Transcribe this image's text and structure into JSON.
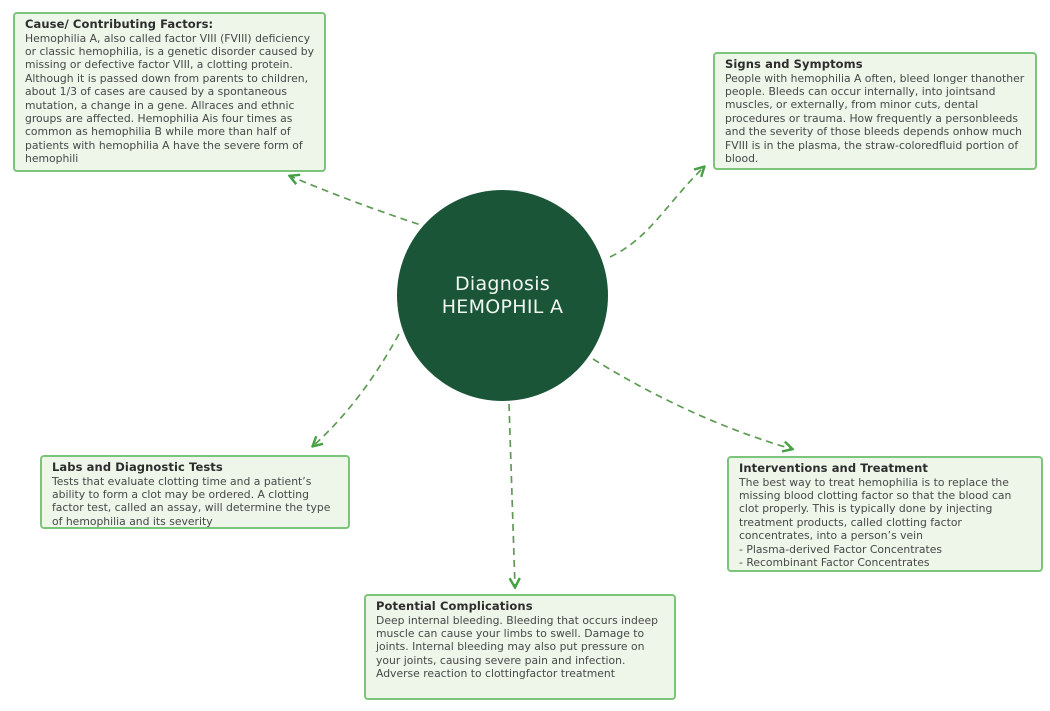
{
  "diagram": {
    "center": {
      "line1": "Diagnosis",
      "line2": "HEMOPHIL A"
    },
    "nodes": {
      "cause": {
        "title": "Cause/ Contributing Factors:",
        "body": "Hemophilia A, also called factor VIII (FVIII) deficiency or classic hemophilia, is a genetic disorder caused by missing or defective factor VIII, a clotting protein. Although it is passed down from parents to children, about 1/3 of cases are caused by a spontaneous mutation, a change in a gene. Allraces and ethnic groups are affected. Hemophilia Ais four times as common as hemophilia B while more than half of patients with hemophilia A have the severe form of hemophili"
      },
      "signs": {
        "title": "Signs and Symptoms",
        "body": "People with hemophilia A often, bleed longer thanother people. Bleeds can occur internally, into jointsand muscles, or externally, from minor cuts, dental procedures or trauma. How frequently a personbleeds and the severity of those bleeds depends onhow much FVIII is in the plasma, the straw-coloredfluid portion of blood."
      },
      "labs": {
        "title": "Labs and Diagnostic Tests",
        "body": "Tests that evaluate clotting time and a patient’s ability to form a clot may be ordered. A clotting factor test, called an assay, will determine the type of hemophilia and its severity"
      },
      "interventions": {
        "title": "Interventions and Treatment",
        "body": "The best way to treat hemophilia is to replace the missing blood clotting factor so that the blood can clot properly. This is typically done by injecting treatment products, called clotting factor concentrates, into a person’s vein\n- Plasma-derived Factor Concentrates\n- Recombinant Factor Concentrates"
      },
      "complications": {
        "title": "Potential Complications",
        "body": "Deep internal bleeding. Bleeding that occurs indeep muscle can cause your limbs to swell. Damage to joints. Internal bleeding may also put pressure on your joints, causing severe pain and infection. Adverse reaction to clottingfactor treatment"
      }
    },
    "colors": {
      "center_fill": "#1a5538",
      "center_text": "#f2f6f1",
      "box_fill": "#eef6ea",
      "box_border": "#7cc47a",
      "edge_stroke": "#5f9a55",
      "arrowhead": "#46a244",
      "title_text": "#2d2d2d",
      "body_text": "#474747"
    }
  }
}
